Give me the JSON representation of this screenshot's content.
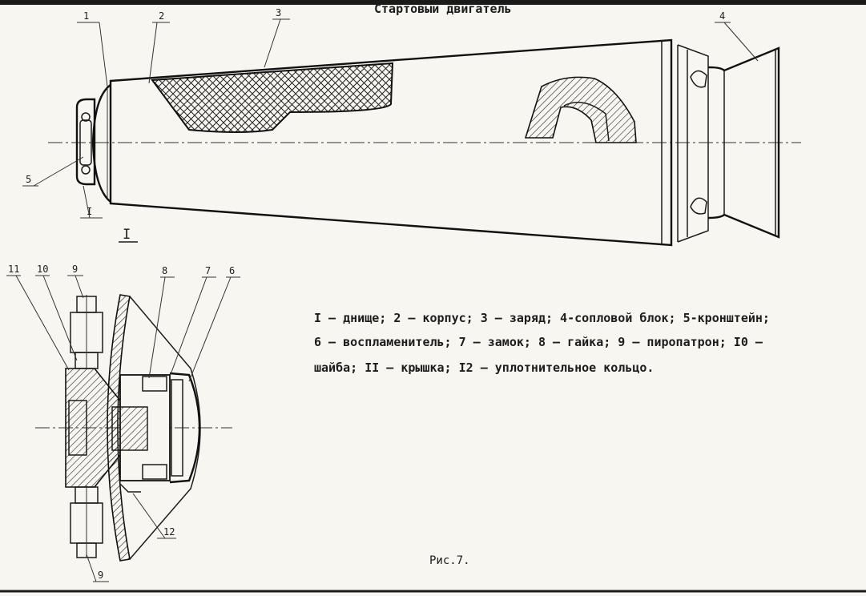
{
  "title": "Стартовый двигатель",
  "callouts": {
    "c1": "1",
    "c2": "2",
    "c3": "3",
    "c4": "4",
    "c5": "5",
    "view_mark": "I",
    "view_title": "I",
    "c11": "11",
    "c10": "10",
    "c9_top": "9",
    "c8": "8",
    "c7": "7",
    "c6": "6",
    "c12": "12",
    "c9_bottom": "9"
  },
  "legend": [
    "I – днище; 2 – корпус; 3 – заряд; 4-сопловой блок; 5-кронштейн;",
    "6 – воспламенитель; 7 – замок; 8 – гайка; 9 – пиропатрон; I0 –",
    "шайба; II – крышка; I2 – уплотнительное кольцо."
  ],
  "caption": "Рис.7."
}
